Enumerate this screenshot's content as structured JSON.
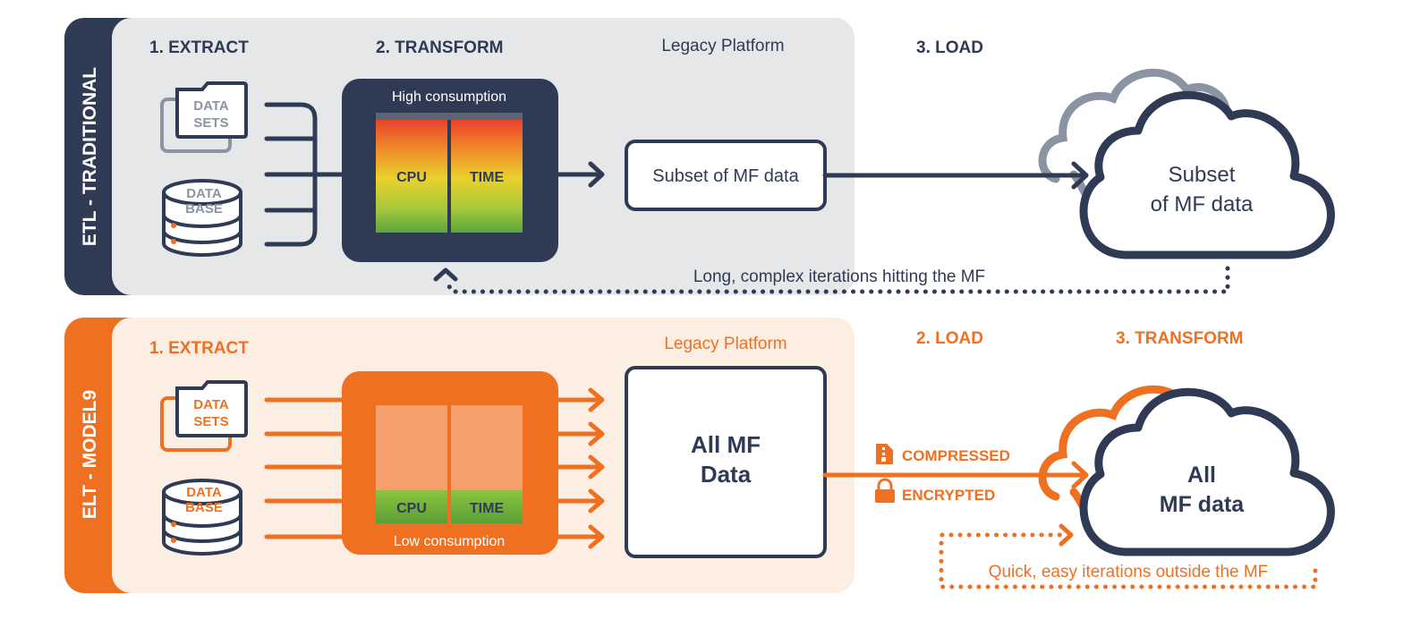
{
  "colors": {
    "navy": "#2f3b55",
    "orange": "#f07022",
    "gray_panel": "#e6e7e9",
    "peach_panel": "#fdeee4",
    "gray_outline": "#8a94a2",
    "light_orange": "#f5a06c",
    "green": "#6aac3e"
  },
  "traditional": {
    "side_label": "ETL - TRADITIONAL",
    "step1": "1. EXTRACT",
    "step2": "2. TRANSFORM",
    "step3": "3. LOAD",
    "platform": "Legacy Platform",
    "datasets_line1": "DATA",
    "datasets_line2": "SETS",
    "database_line1": "DATA",
    "database_line2": "BASE",
    "consumption": "High consumption",
    "cpu": "CPU",
    "time": "TIME",
    "box_label": "Subset of MF data",
    "cloud_line1": "Subset",
    "cloud_line2": "of MF data",
    "iteration": "Long, complex iterations hitting the MF"
  },
  "model9": {
    "side_label": "ELT - MODEL9",
    "step1": "1. EXTRACT",
    "step2": "2. LOAD",
    "step3": "3. TRANSFORM",
    "platform": "Legacy Platform",
    "datasets_line1": "DATA",
    "datasets_line2": "SETS",
    "database_line1": "DATA",
    "database_line2": "BASE",
    "consumption": "Low consumption",
    "cpu": "CPU",
    "time": "TIME",
    "box_line1": "All MF",
    "box_line2": "Data",
    "compressed": "COMPRESSED",
    "encrypted": "ENCRYPTED",
    "cloud_line1": "All",
    "cloud_line2": "MF data",
    "iteration": "Quick, easy iterations outside the MF"
  }
}
